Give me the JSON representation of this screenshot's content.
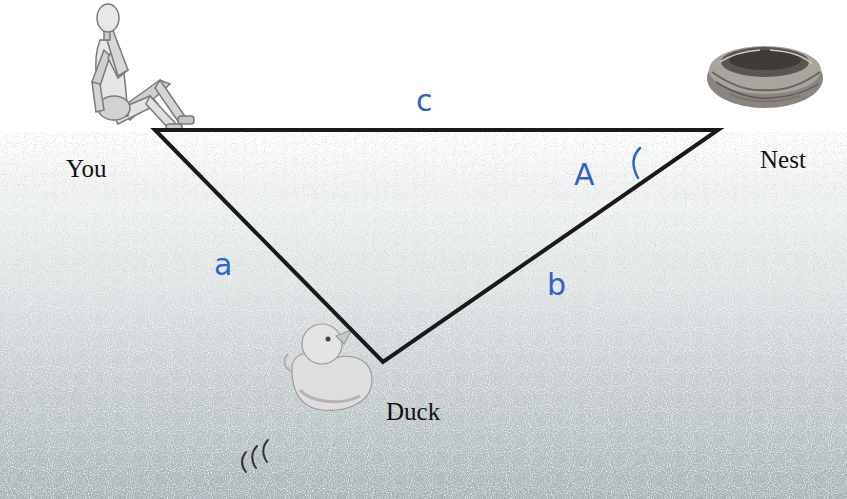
{
  "diagram": {
    "labels": [
      "c",
      "You",
      "A",
      "Nest",
      "a",
      "b",
      "Duck"
    ]
  }
}
